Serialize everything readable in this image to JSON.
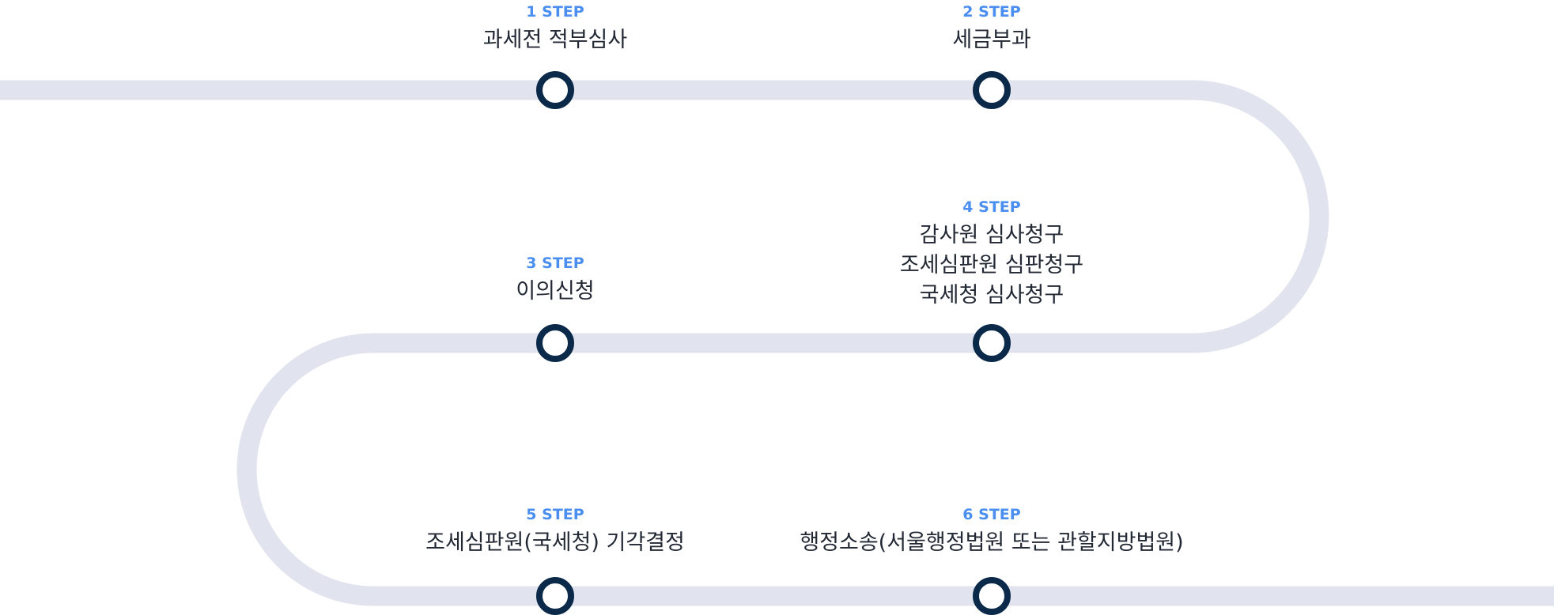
{
  "colors": {
    "track": "#e1e4ee",
    "node_stroke": "#0b2a4a",
    "node_fill": "#ffffff",
    "step_number": "#4a8ef0",
    "step_title": "#222834"
  },
  "steps": [
    {
      "step": "1 STEP",
      "title": "과세전 적부심사"
    },
    {
      "step": "2 STEP",
      "title": "세금부과"
    },
    {
      "step": "3 STEP",
      "title": "이의신청"
    },
    {
      "step": "4 STEP",
      "title": "감사원 심사청구\n조세심판원 심판청구\n국세청 심사청구"
    },
    {
      "step": "5 STEP",
      "title": "조세심판원(국세청) 기각결정"
    },
    {
      "step": "6 STEP",
      "title": "행정소송(서울행정법원 또는 관할지방법원)"
    }
  ]
}
